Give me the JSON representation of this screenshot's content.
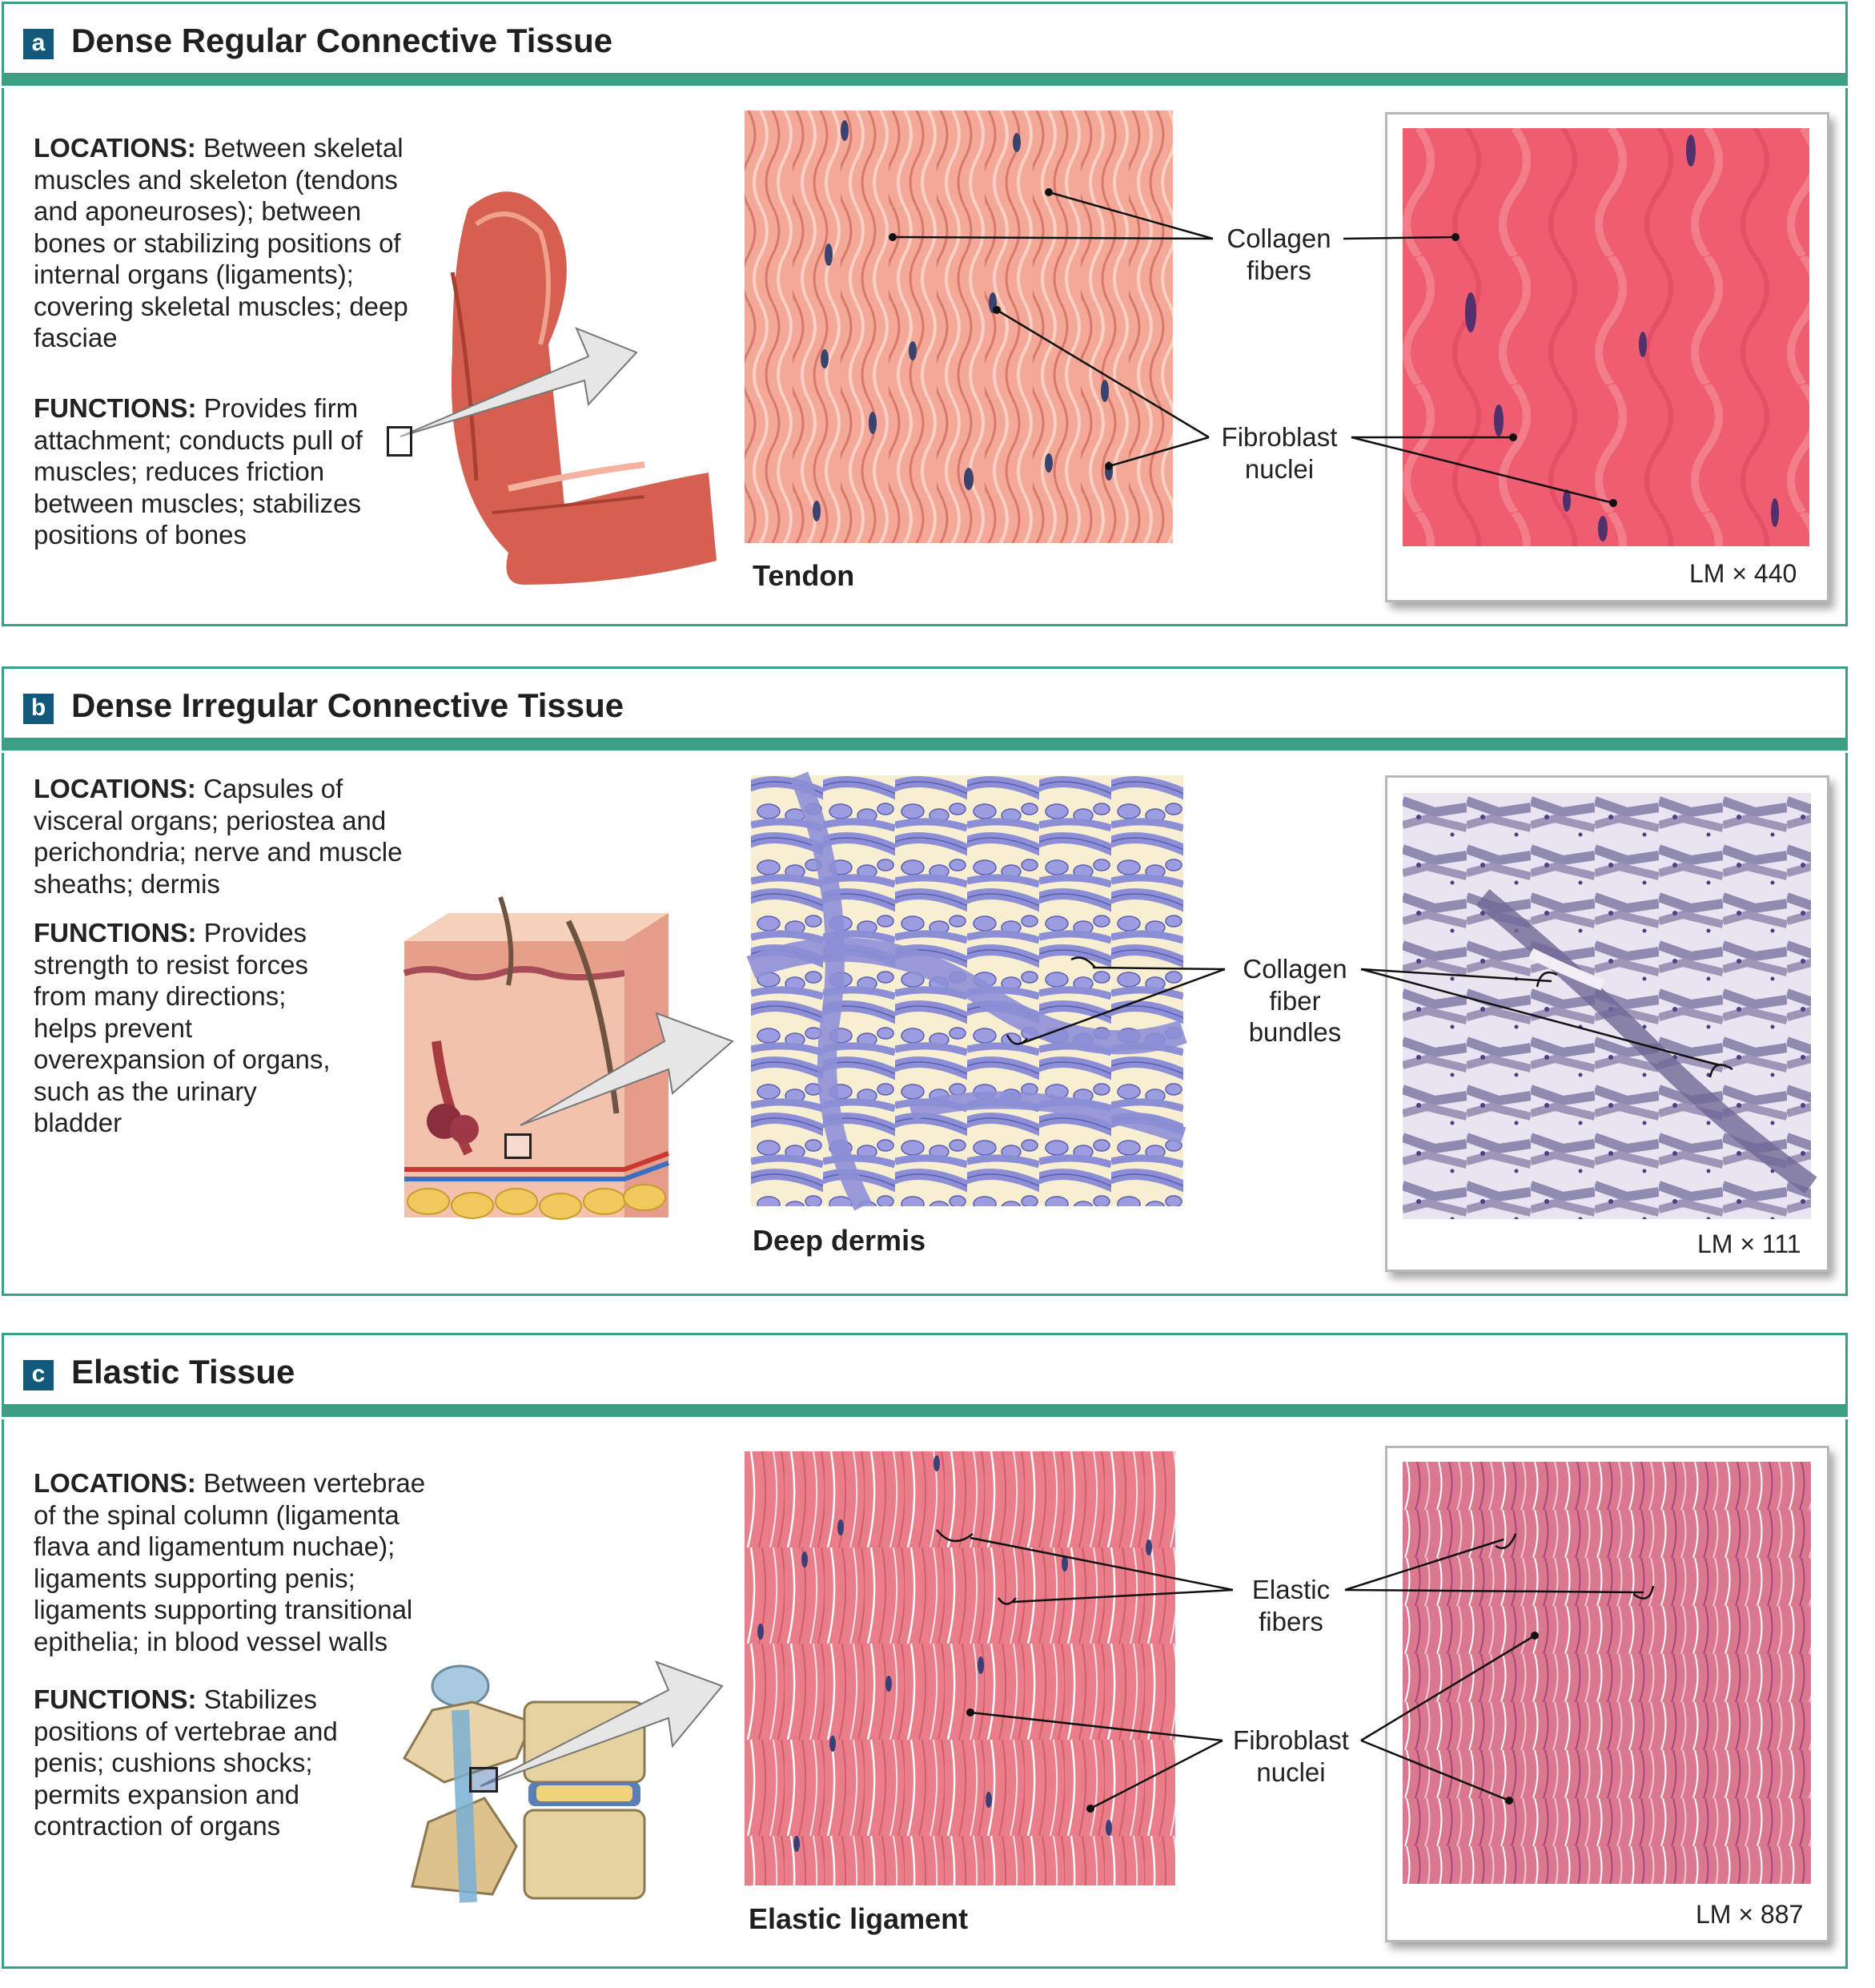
{
  "panels": [
    {
      "letter": "a",
      "title": "Dense Regular Connective Tissue",
      "locations_head": "LOCATIONS:",
      "locations_text": "Between skeletal muscles and skeleton (tendons and aponeuroses); between bones or stabilizing positions of internal organs (ligaments); covering skeletal muscles; deep fasciae",
      "functions_head": "FUNCTIONS:",
      "functions_text": "Provides firm attachment; conducts pull of muscles; reduces friction between muscles; stabilizes positions of bones",
      "illustration_caption": "Tendon",
      "labels": [
        "Collagen fibers",
        "Fibroblast nuclei"
      ],
      "magnification": "LM × 440"
    },
    {
      "letter": "b",
      "title": "Dense Irregular Connective Tissue",
      "locations_head": "LOCATIONS:",
      "locations_text": "Capsules of visceral organs; periostea and perichondria; nerve and muscle sheaths; dermis",
      "functions_head": "FUNCTIONS:",
      "functions_text": "Provides strength to resist forces from many directions; helps prevent overexpansion of organs, such as the urinary bladder",
      "illustration_caption": "Deep dermis",
      "labels": [
        "Collagen fiber bundles"
      ],
      "magnification": "LM × 111"
    },
    {
      "letter": "c",
      "title": "Elastic Tissue",
      "locations_head": "LOCATIONS:",
      "locations_text": "Between vertebrae of the spinal column (ligamenta flava and ligamentum nuchae); ligaments supporting penis; ligaments supporting transitional epithelia; in blood vessel walls",
      "functions_head": "FUNCTIONS:",
      "functions_text": "Stabilizes positions of vertebrae and penis; cushions shocks; permits expansion and contraction of organs",
      "illustration_caption": "Elastic ligament",
      "labels": [
        "Elastic fibers",
        "Fibroblast nuclei"
      ],
      "magnification": "LM × 887"
    }
  ],
  "colors": {
    "accent_green": "#3a9f83",
    "letter_box": "#125a7c",
    "tendon_pink": "#f0a090",
    "dermis_purple": "#8d8fd6",
    "elastic_pink": "#e87b88",
    "micrograph_pink": "#ee5a6e",
    "micrograph_purple": "#8f8ab0"
  },
  "icons": [
    "flexed-arm-muscle",
    "skin-block",
    "vertebrae-ligament",
    "pointer-arrow"
  ]
}
